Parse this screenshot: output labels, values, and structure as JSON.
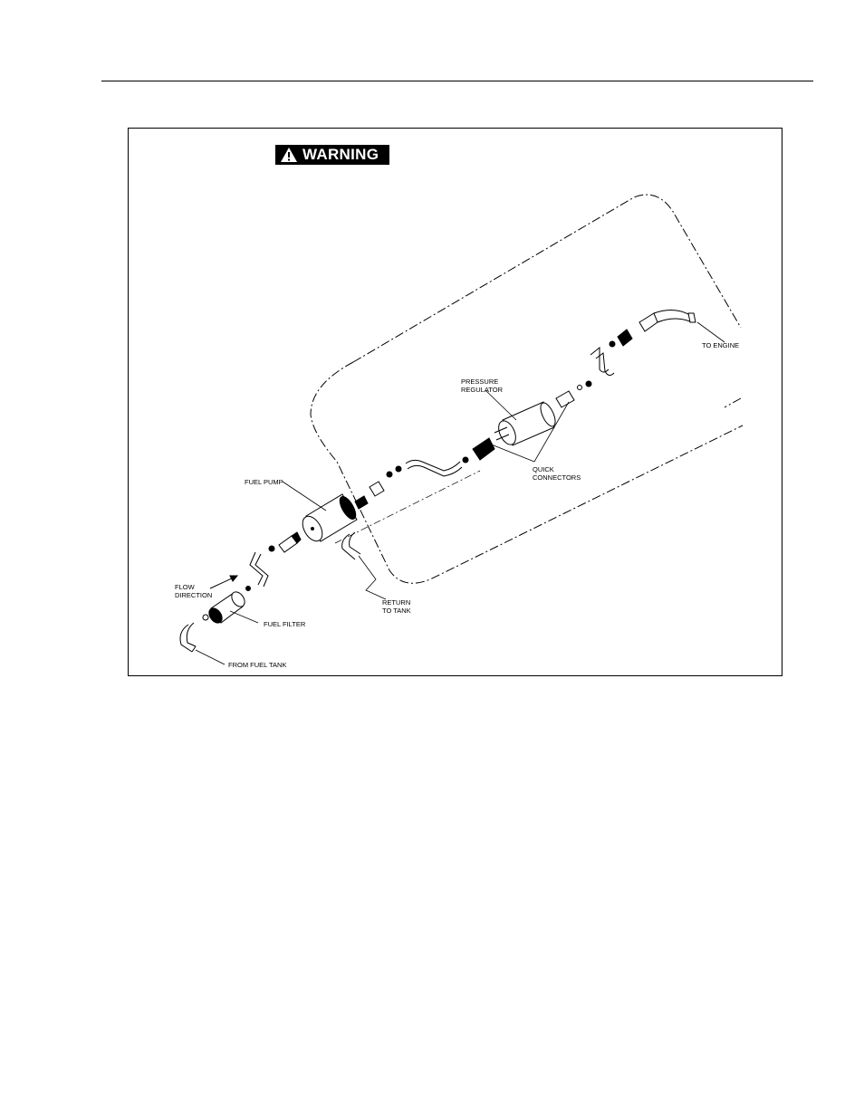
{
  "warning": {
    "label": "WARNING"
  },
  "labels": {
    "to_engine": "TO ENGINE",
    "pressure_regulator_1": "PRESSURE",
    "pressure_regulator_2": "REGULATOR",
    "quick_connectors_1": "QUICK",
    "quick_connectors_2": "CONNECTORS",
    "fuel_pump": "FUEL PUMP",
    "return_to_tank_1": "RETURN",
    "return_to_tank_2": "TO TANK",
    "flow_direction_1": "FLOW",
    "flow_direction_2": "DIRECTION",
    "fuel_filter": "FUEL FILTER",
    "from_fuel_tank": "FROM FUEL TANK"
  }
}
